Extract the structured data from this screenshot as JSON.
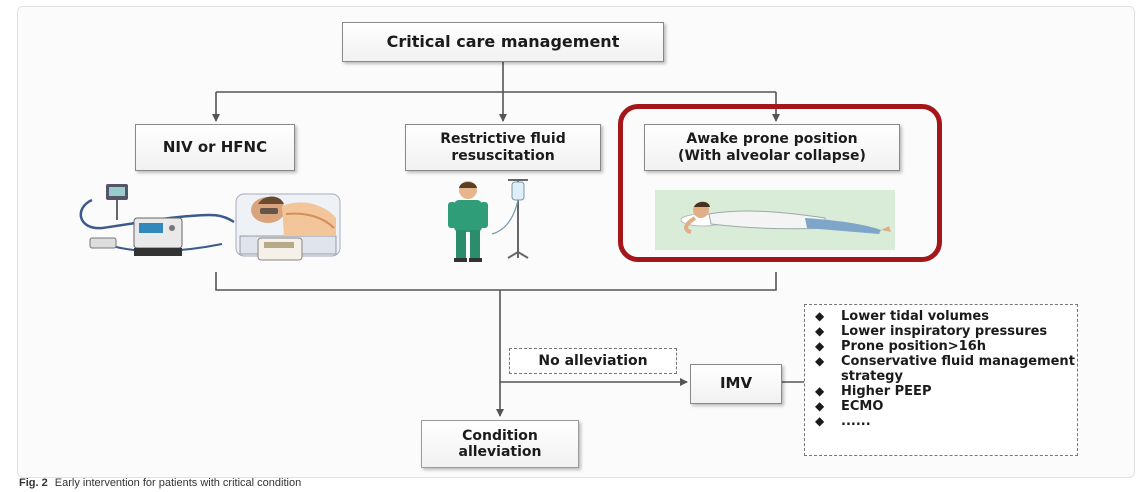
{
  "diagram": {
    "top_node": "Critical care management",
    "branches": [
      {
        "label_lines": [
          "NIV or HFNC"
        ]
      },
      {
        "label_lines": [
          "Restrictive fluid",
          "resuscitation"
        ]
      },
      {
        "label_lines": [
          "Awake prone position",
          "(With alveolar collapse)"
        ]
      }
    ],
    "no_alleviation": "No alleviation",
    "imv": "IMV",
    "condition_lines": [
      "Condition",
      "alleviation"
    ],
    "imv_measures": [
      "Lower tidal volumes",
      "Lower inspiratory pressures",
      "Prone position>16h",
      "Conservative fluid management strategy",
      "Higher PEEP",
      "ECMO",
      "......"
    ],
    "highlight_color": "#a4161a"
  },
  "caption": {
    "label": "Fig. 2",
    "text": "Early intervention for patients with critical condition"
  }
}
